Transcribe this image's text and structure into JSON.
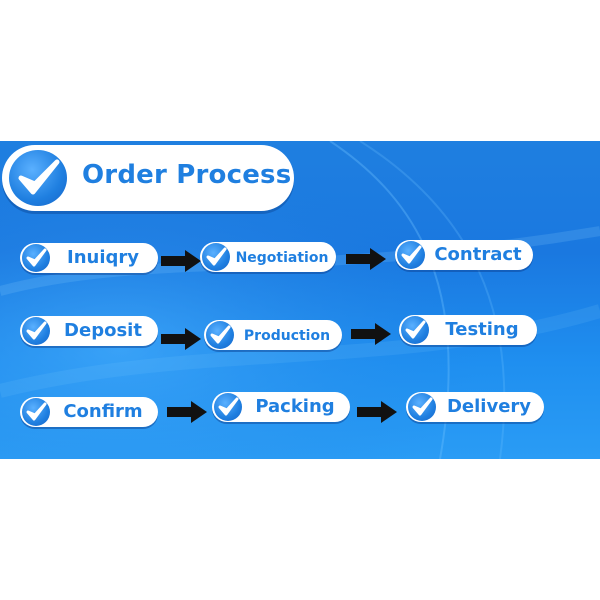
{
  "title": "Order Process",
  "steps": [
    {
      "label": "Inuiqry"
    },
    {
      "label": "Negotiation"
    },
    {
      "label": "Contract"
    },
    {
      "label": "Deposit"
    },
    {
      "label": "Production"
    },
    {
      "label": "Testing"
    },
    {
      "label": "Confirm"
    },
    {
      "label": "Packing"
    },
    {
      "label": "Delivery"
    }
  ],
  "colors": {
    "background": "#1f7fe0",
    "pill": "#ffffff",
    "text": "#1f7fe0",
    "arrow": "#111111"
  },
  "icons": {
    "step_icon": "checkmark-icon",
    "connector": "right-arrow-icon"
  }
}
